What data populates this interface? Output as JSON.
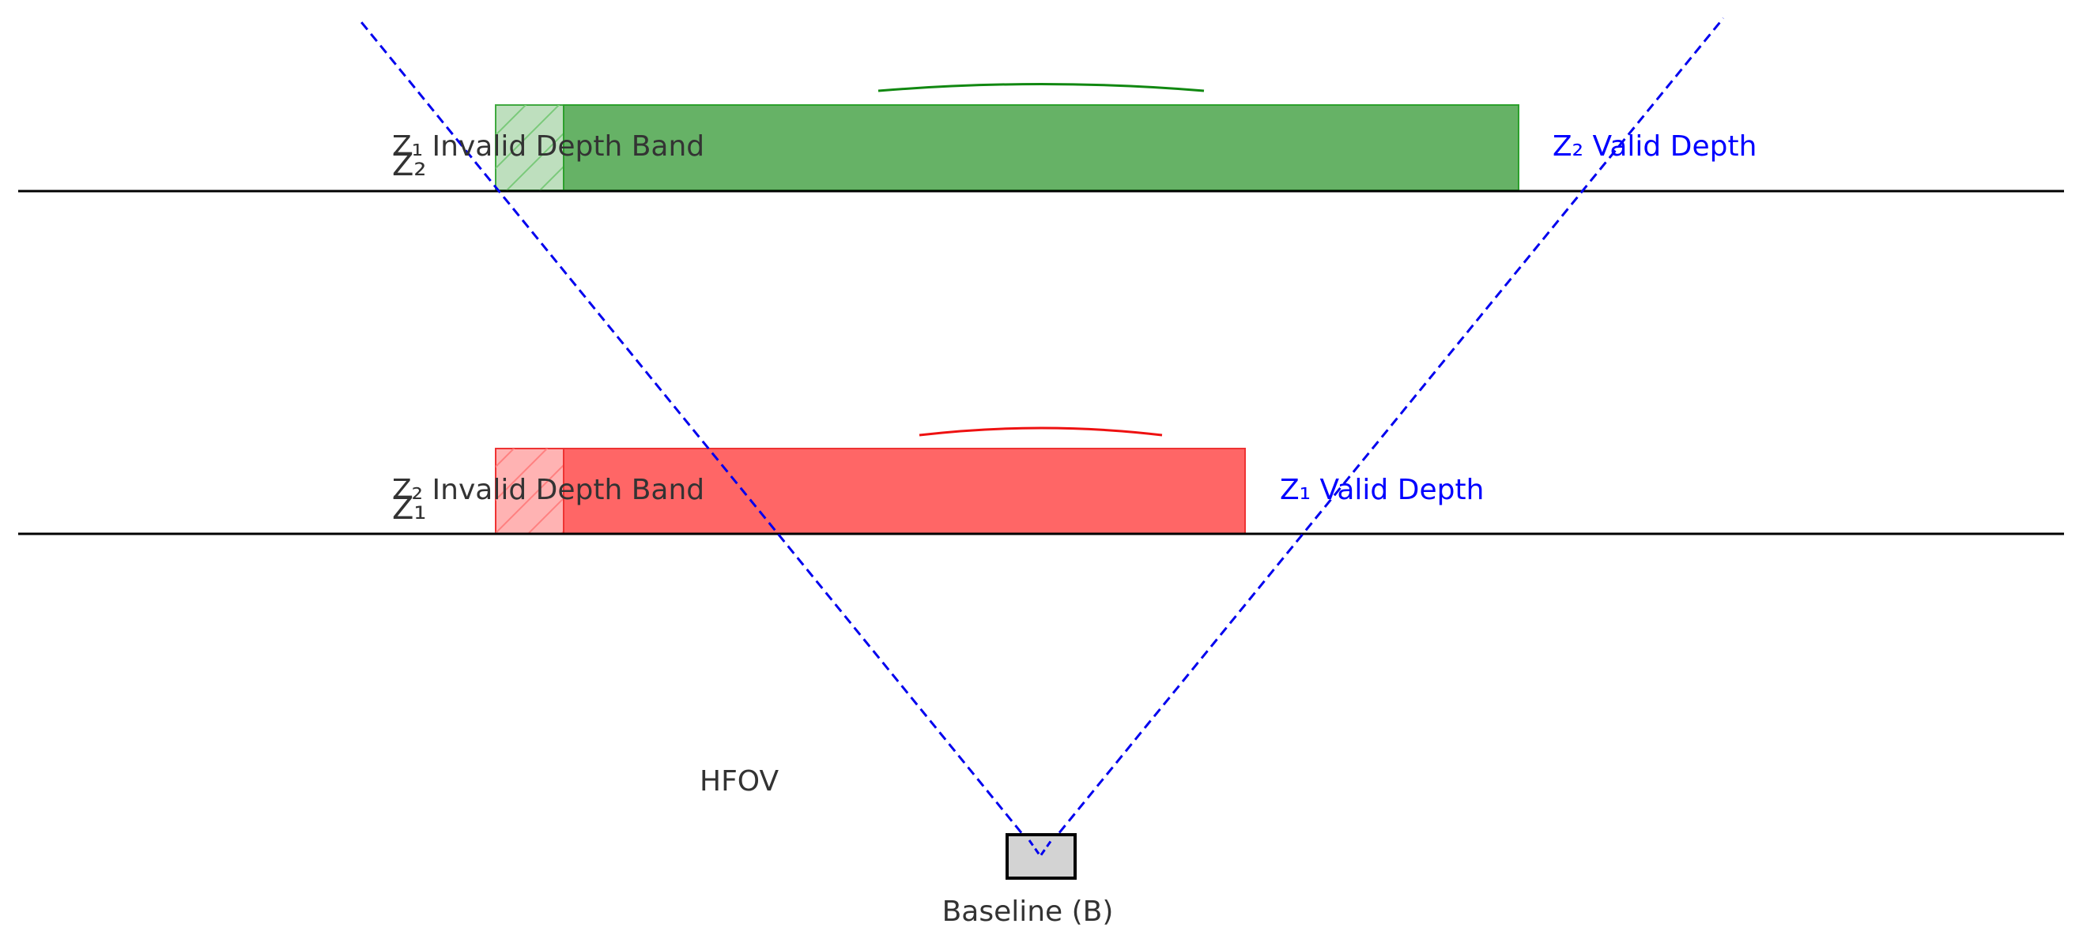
{
  "labels": {
    "z2_plane": "Z₂",
    "z1_plane": "Z₁",
    "z2_band_invalid": "Z₁ Invalid Depth Band",
    "z1_band_invalid": "Z₂ Invalid Depth Band",
    "z2_valid_depth": "Z₂ Valid Depth",
    "z1_valid_depth": "Z₁ Valid Depth",
    "hfov": "HFOV",
    "baseline": "Baseline (B)"
  },
  "colors": {
    "z2_band_fill": "#66b266",
    "z2_band_stroke": "#2ca02c",
    "z2_hatch_fill": "#b8dcb8",
    "z2_arc": "#118811",
    "z1_band_fill": "#ff6666",
    "z1_band_stroke": "#ee3333",
    "z1_hatch_fill": "#ffb3b3",
    "z1_arc": "#ee1111",
    "fov_line": "#0000ee",
    "plane_line": "#000000",
    "text_dark": "#333333",
    "text_blue": "#0000ff",
    "camera_fill": "#d3d3d3"
  }
}
